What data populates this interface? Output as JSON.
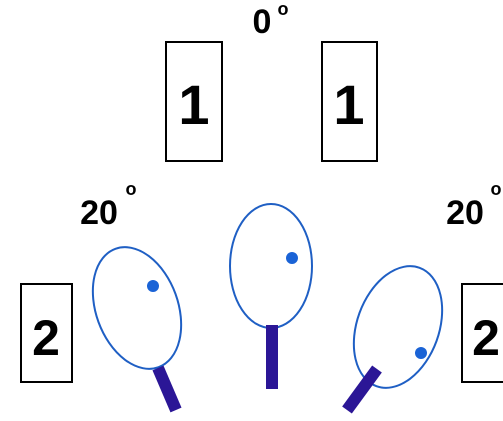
{
  "boxes": {
    "top_left": "1",
    "top_right": "1",
    "bottom_left": "2",
    "bottom_right": "2"
  },
  "angles": {
    "center": {
      "value": "0",
      "unit": "o"
    },
    "left": {
      "value": "20",
      "unit": "o"
    },
    "right": {
      "value": "20",
      "unit": "o"
    }
  },
  "colors": {
    "outline": "#1f5fc4",
    "pupil": "#1a63d6",
    "stalk": "#2b1696",
    "box_border": "#000000",
    "text": "#000000"
  }
}
